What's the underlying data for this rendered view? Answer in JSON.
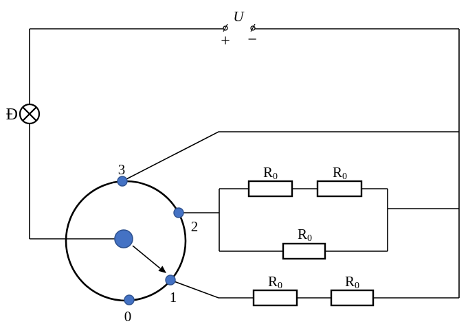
{
  "diagram": {
    "source": {
      "label": "U",
      "plus": "+",
      "minus": "−"
    },
    "lamp": {
      "label": "Đ"
    },
    "rotary_switch": {
      "positions": [
        "0",
        "1",
        "2",
        "3"
      ]
    },
    "resistor": {
      "base": "R",
      "sub": "0"
    },
    "colors": {
      "wire": "#000000",
      "contact_fill": "#4472C4",
      "contact_stroke": "#2F528F",
      "background": "#ffffff"
    }
  }
}
